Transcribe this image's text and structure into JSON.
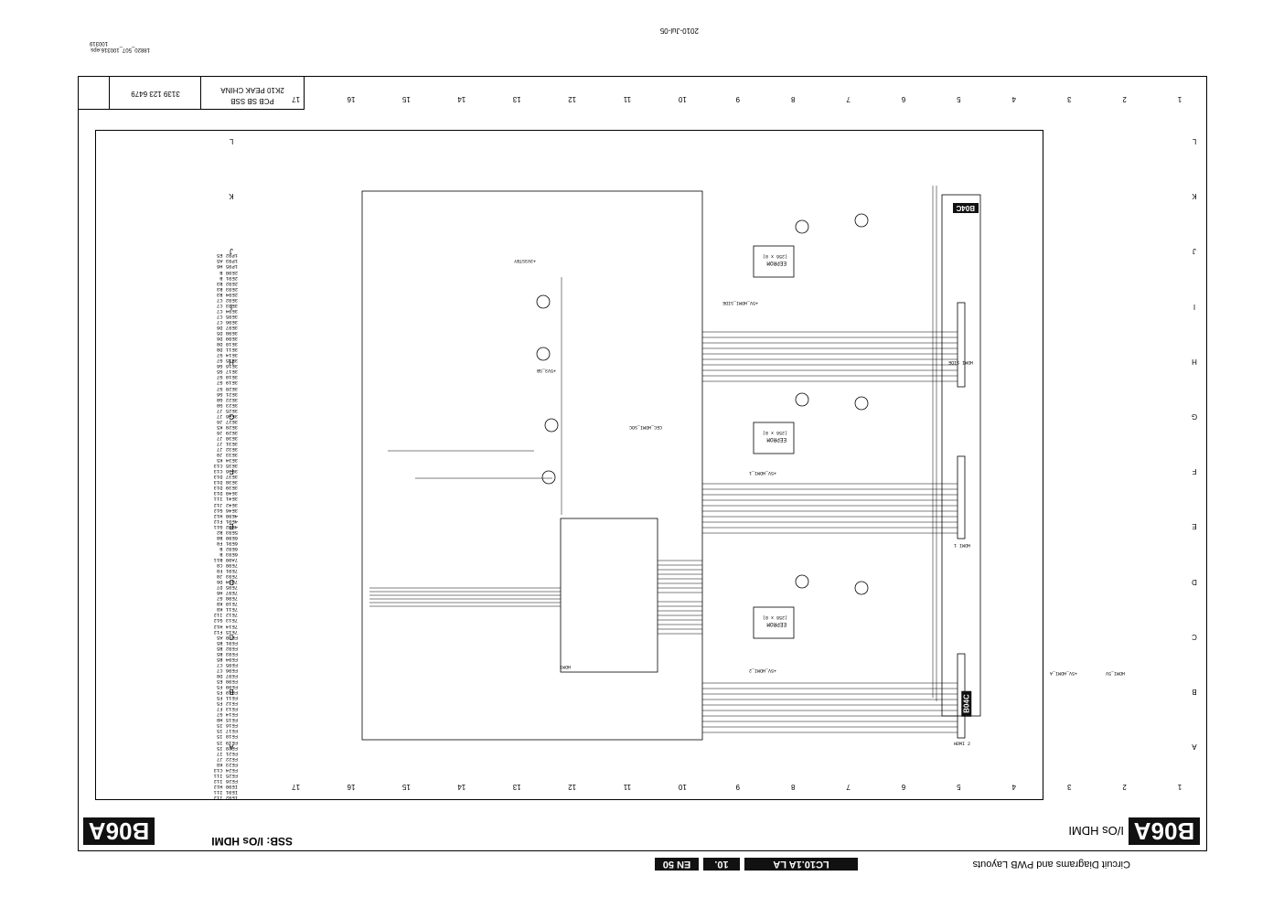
{
  "header": {
    "date": "2010-Jul-05",
    "file_name": "18820_507_100316.eps",
    "file_date": "100319",
    "pcb_title": "PCB SB SSB",
    "pcb_sub": "2K10 PEAK CHINA",
    "pcb_code": "3139 123 6479"
  },
  "footer": {
    "section_title": "SSB: I/Os HDMI",
    "doc_title": "Circuit Diagrams and PWB Layouts",
    "model": "LC10.1A LA",
    "chapter": "10.",
    "page": "EN 50"
  },
  "diagram": {
    "code": "B06A",
    "title": "I/Os HDMI",
    "block_b04c": "B04C",
    "hdmi_side_label": "HDMI SIDE",
    "hdmi1_label": "HDMI 1",
    "hdmi2_label": "HDMI 2",
    "eeprom_label": "EEPROM",
    "eeprom_size": "(256 x 8)",
    "hdmi_label": "HDMI",
    "col_numbers": [
      "1",
      "2",
      "3",
      "4",
      "5",
      "6",
      "7",
      "8",
      "9",
      "10",
      "11",
      "12",
      "13",
      "14",
      "15",
      "16",
      "17"
    ],
    "row_letters": [
      "L",
      "K",
      "J",
      "I",
      "H",
      "G",
      "F",
      "E",
      "D",
      "C",
      "B",
      "A"
    ],
    "net_labels": [
      "+5V_HDMI_A",
      "+5V_HDMI_1",
      "+5V_HDMI_2",
      "+5V_HDMI_SIDE",
      "+3V3STBY",
      "+5V3_SB",
      "CEC_HDMI_SOC",
      "HDMI_5V"
    ],
    "ref_list": [
      "IE02 I12",
      "IE01 I11",
      "IE00 H12",
      "FE26 I12",
      "FE25 I11",
      "FE24 C13",
      "FE23 K8",
      "FE22 J7",
      "FE21 I7",
      "FE20 I5",
      "FE19 I5",
      "FE18 I5",
      "FE17 I5",
      "FE16 I5",
      "FE15 H8",
      "FE14 G7",
      "FE13 F7",
      "FE12 F5",
      "FE11 F5",
      "FE10 F5",
      "FE09 F5",
      "FE08 E5",
      "FE07 D8",
      "FE06 C7",
      "FE05 C7",
      "FE04 B5",
      "FE03 B5",
      "FE02 B5",
      "FE01 B5",
      "FE00 A5",
      "7E15 F12",
      "7E14 H12",
      "7E13 G12",
      "7E12 I12",
      "7E11 K8",
      "7E10 K8",
      "7E08 G7",
      "7E07 H6",
      "7E05 D7",
      "7E04 D6",
      "7E03 J8",
      "7E01 F8",
      "7E00 C8",
      "7A00 B11",
      "6E03 B",
      "6E02 B",
      "6E01 F8",
      "6E00 B8",
      "5E03 B2",
      "4E02 G11",
      "4E01 F12",
      "4E00 H12",
      "3E46 G12",
      "3E42 J12",
      "3E41 I11",
      "3E40 D13",
      "3E39 D13",
      "3E38 D13",
      "3E37 D13",
      "3E36 C13",
      "3E35 C13",
      "3E34 K5",
      "3E33 J8",
      "3E32 J7",
      "3E31 J7",
      "3E30 J7",
      "3E29 J6",
      "3E28 K5",
      "3E27 J6",
      "3E26 J7",
      "3E25 J7",
      "3E23 G8",
      "3E22 G8",
      "3E21 G6",
      "3E20 G7",
      "3E19 G7",
      "3E18 G7",
      "3E17 G5",
      "3E16 G6",
      "3E15 G7",
      "3E14 G7",
      "3E11 D8",
      "3E10 D8",
      "3E09 D6",
      "3E08 D5",
      "3E07 D6",
      "3E06 C7",
      "3E05 C7",
      "3E04 C7",
      "3E03 C7",
      "3E02 C7",
      "2E04 B3",
      "2E03 B3",
      "2E02 B3",
      "2E01 B",
      "2E00 B",
      "1P05 H6",
      "1P03 A5",
      "1P02 E5"
    ]
  }
}
